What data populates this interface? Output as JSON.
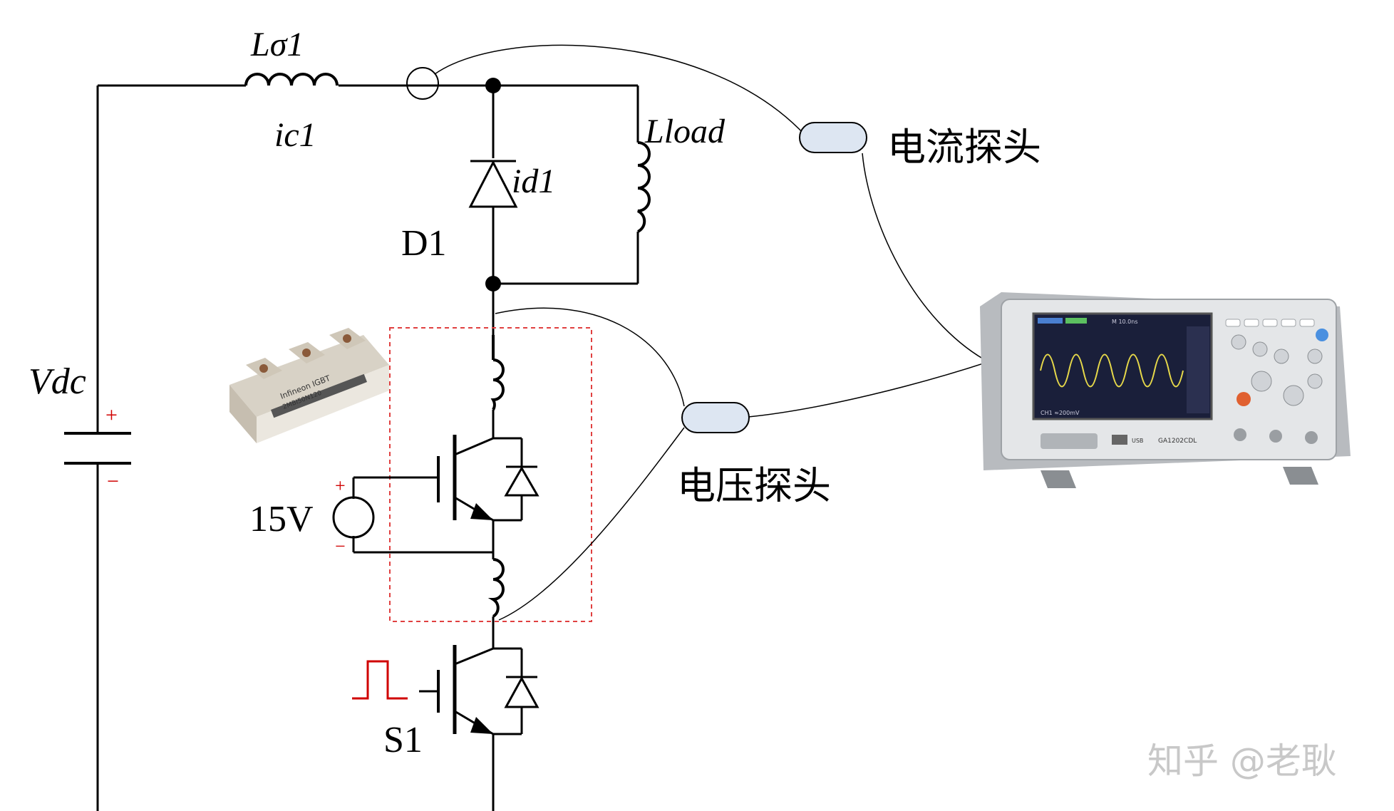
{
  "labels": {
    "l_sigma": "Lσ1",
    "ic": "ic1",
    "id": "id1",
    "l_load": "Lload",
    "d1": "D1",
    "vdc": "Vdc",
    "plus": "+",
    "minus": "−",
    "v15": "15V",
    "s1": "S1",
    "current_probe": "电流探头",
    "voltage_probe": "电压探头",
    "watermark": "知乎 @老耿"
  },
  "module_photo": {
    "brand": "Infineon IGBT",
    "part": "2MBI50N120"
  },
  "oscilloscope": {
    "model": "GA1202CDL",
    "screen_top": "M 10.0ns",
    "screen_bottom": "CH1 ≈200mV",
    "port": "USB"
  },
  "colors": {
    "wire": "#000000",
    "polarity_red": "#d00000",
    "pulse_red": "#d00000",
    "module_outline": "#e04040",
    "probe_fill": "#dde6f2",
    "watermark": "#c8c8c8",
    "scope_wave": "#e6d84a"
  }
}
